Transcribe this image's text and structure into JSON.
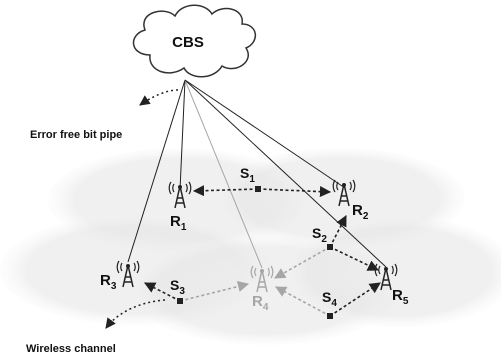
{
  "cloud": {
    "label": "CBS"
  },
  "annotations": {
    "bit_pipe": "Error free bit pipe",
    "wireless": "Wireless channel"
  },
  "relays": [
    {
      "id": "R1",
      "letter": "R",
      "sub": "1",
      "active": true
    },
    {
      "id": "R2",
      "letter": "R",
      "sub": "2",
      "active": true
    },
    {
      "id": "R3",
      "letter": "R",
      "sub": "3",
      "active": true
    },
    {
      "id": "R4",
      "letter": "R",
      "sub": "4",
      "active": false
    },
    {
      "id": "R5",
      "letter": "R",
      "sub": "5",
      "active": true
    }
  ],
  "sources": [
    {
      "id": "S1",
      "letter": "S",
      "sub": "1"
    },
    {
      "id": "S2",
      "letter": "S",
      "sub": "2"
    },
    {
      "id": "S3",
      "letter": "S",
      "sub": "3"
    },
    {
      "id": "S4",
      "letter": "S",
      "sub": "4"
    }
  ],
  "colors": {
    "active": "#222222",
    "inactive": "#a6a6a6",
    "cell_fill": "#e9e9e9",
    "cloud_fill": "#ffffff",
    "cloud_stroke": "#333333"
  }
}
